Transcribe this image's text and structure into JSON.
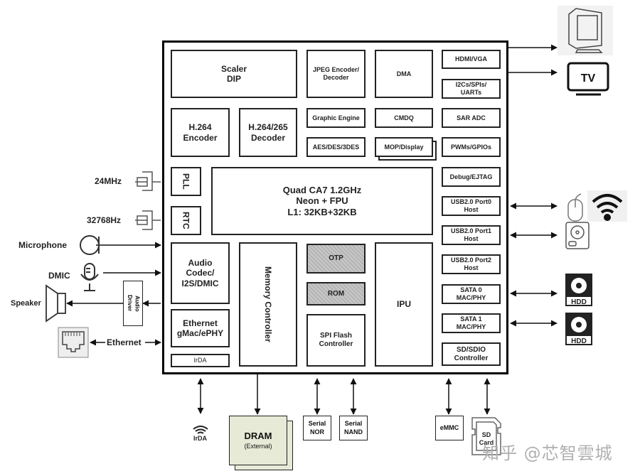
{
  "chip": {
    "scaler": "Scaler\nDIP",
    "jpeg": "JPEG Encoder/\nDecoder",
    "dma": "DMA",
    "hdmi": "HDMI/VGA",
    "i2c": "I2Cs/SPIs/\nUARTs",
    "h264enc": "H.264\nEncoder",
    "h265dec": "H.264/265\nDecoder",
    "graphic": "Graphic Engine",
    "cmdq": "CMDQ",
    "saradc": "SAR ADC",
    "aes": "AES/DES/3DES",
    "mop": "MOP/Display",
    "pwm": "PWMs/GPIOs",
    "pll": "PLL",
    "rtc": "RTC",
    "cpu": "Quad CA7 1.2GHz\nNeon + FPU\nL1: 32KB+32KB",
    "debug": "Debug/EJTAG",
    "usb0": "USB2.0 Port0\nHost",
    "usb1": "USB2.0 Port1\nHost",
    "usb2": "USB2.0 Port2\nHost",
    "sata0": "SATA 0\nMAC/PHY",
    "sata1": "SATA 1\nMAC/PHY",
    "sdio": "SD/SDIO\nController",
    "audio": "Audio\nCodec/\nI2S/DMIC",
    "ethernet": "Ethernet\ngMac/ePHY",
    "irda": "IrDA",
    "memctrl": "Memory Controller",
    "otp": "OTP",
    "rom": "ROM",
    "spiflash": "SPI Flash\nController",
    "ipu": "IPU"
  },
  "external": {
    "clk24": "24MHz",
    "clk32": "32768Hz",
    "microphone": "Microphone",
    "dmic": "DMIC",
    "speaker": "Speaker",
    "audio_driver": "Audio\nDriver",
    "ethernet": "Ethernet",
    "irda": "IrDA",
    "dram": "DRAM",
    "dram_sub": "(External)",
    "serial_nor": "Serial\nNOR",
    "serial_nand": "Serial\nNAND",
    "emmc": "eMMC",
    "sdcard": "SD\nCard",
    "tv": "TV",
    "hdd": "HDD"
  },
  "watermark": "知乎 @芯智雲城",
  "colors": {
    "dram_fill": "#e6ead6",
    "hatch": "#bdbdbd",
    "line": "#111111"
  }
}
